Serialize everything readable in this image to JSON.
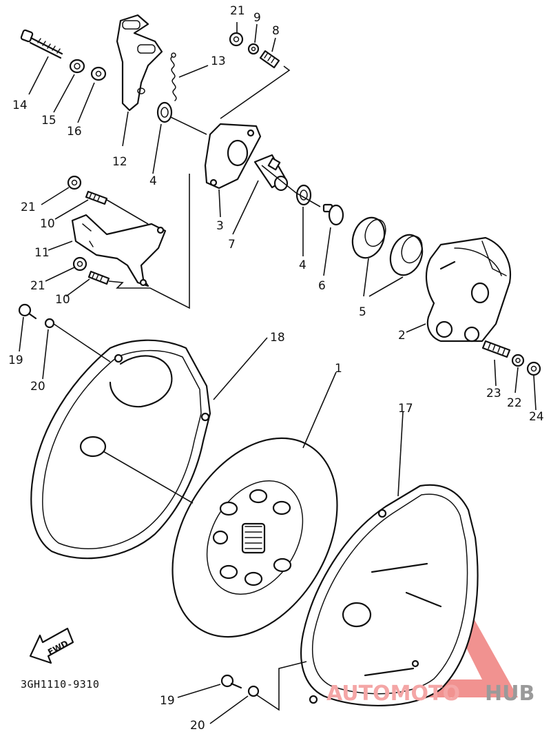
{
  "diagram": {
    "part_code": "3GH1110-9310",
    "fwd_label": "FWD",
    "watermark": {
      "text_a": "AUTOMOTO",
      "text_b": "HUB",
      "color_a": "#f4a6a6",
      "color_b": "#9a9a9a",
      "triangle_color": "#e53935"
    },
    "callouts": [
      {
        "id": "c1",
        "label": "1"
      },
      {
        "id": "c2",
        "label": "2"
      },
      {
        "id": "c3",
        "label": "3"
      },
      {
        "id": "c4a",
        "label": "4"
      },
      {
        "id": "c4b",
        "label": "4"
      },
      {
        "id": "c5",
        "label": "5"
      },
      {
        "id": "c6",
        "label": "6"
      },
      {
        "id": "c7",
        "label": "7"
      },
      {
        "id": "c8",
        "label": "8"
      },
      {
        "id": "c9",
        "label": "9"
      },
      {
        "id": "c10a",
        "label": "10"
      },
      {
        "id": "c10b",
        "label": "10"
      },
      {
        "id": "c11",
        "label": "11"
      },
      {
        "id": "c12",
        "label": "12"
      },
      {
        "id": "c13",
        "label": "13"
      },
      {
        "id": "c14",
        "label": "14"
      },
      {
        "id": "c15",
        "label": "15"
      },
      {
        "id": "c16",
        "label": "16"
      },
      {
        "id": "c17",
        "label": "17"
      },
      {
        "id": "c18",
        "label": "18"
      },
      {
        "id": "c19a",
        "label": "19"
      },
      {
        "id": "c19b",
        "label": "19"
      },
      {
        "id": "c20a",
        "label": "20"
      },
      {
        "id": "c20b",
        "label": "20"
      },
      {
        "id": "c21a",
        "label": "21"
      },
      {
        "id": "c21b",
        "label": "21"
      },
      {
        "id": "c21c",
        "label": "21"
      },
      {
        "id": "c22",
        "label": "22"
      },
      {
        "id": "c23",
        "label": "23"
      },
      {
        "id": "c24",
        "label": "24"
      }
    ]
  }
}
